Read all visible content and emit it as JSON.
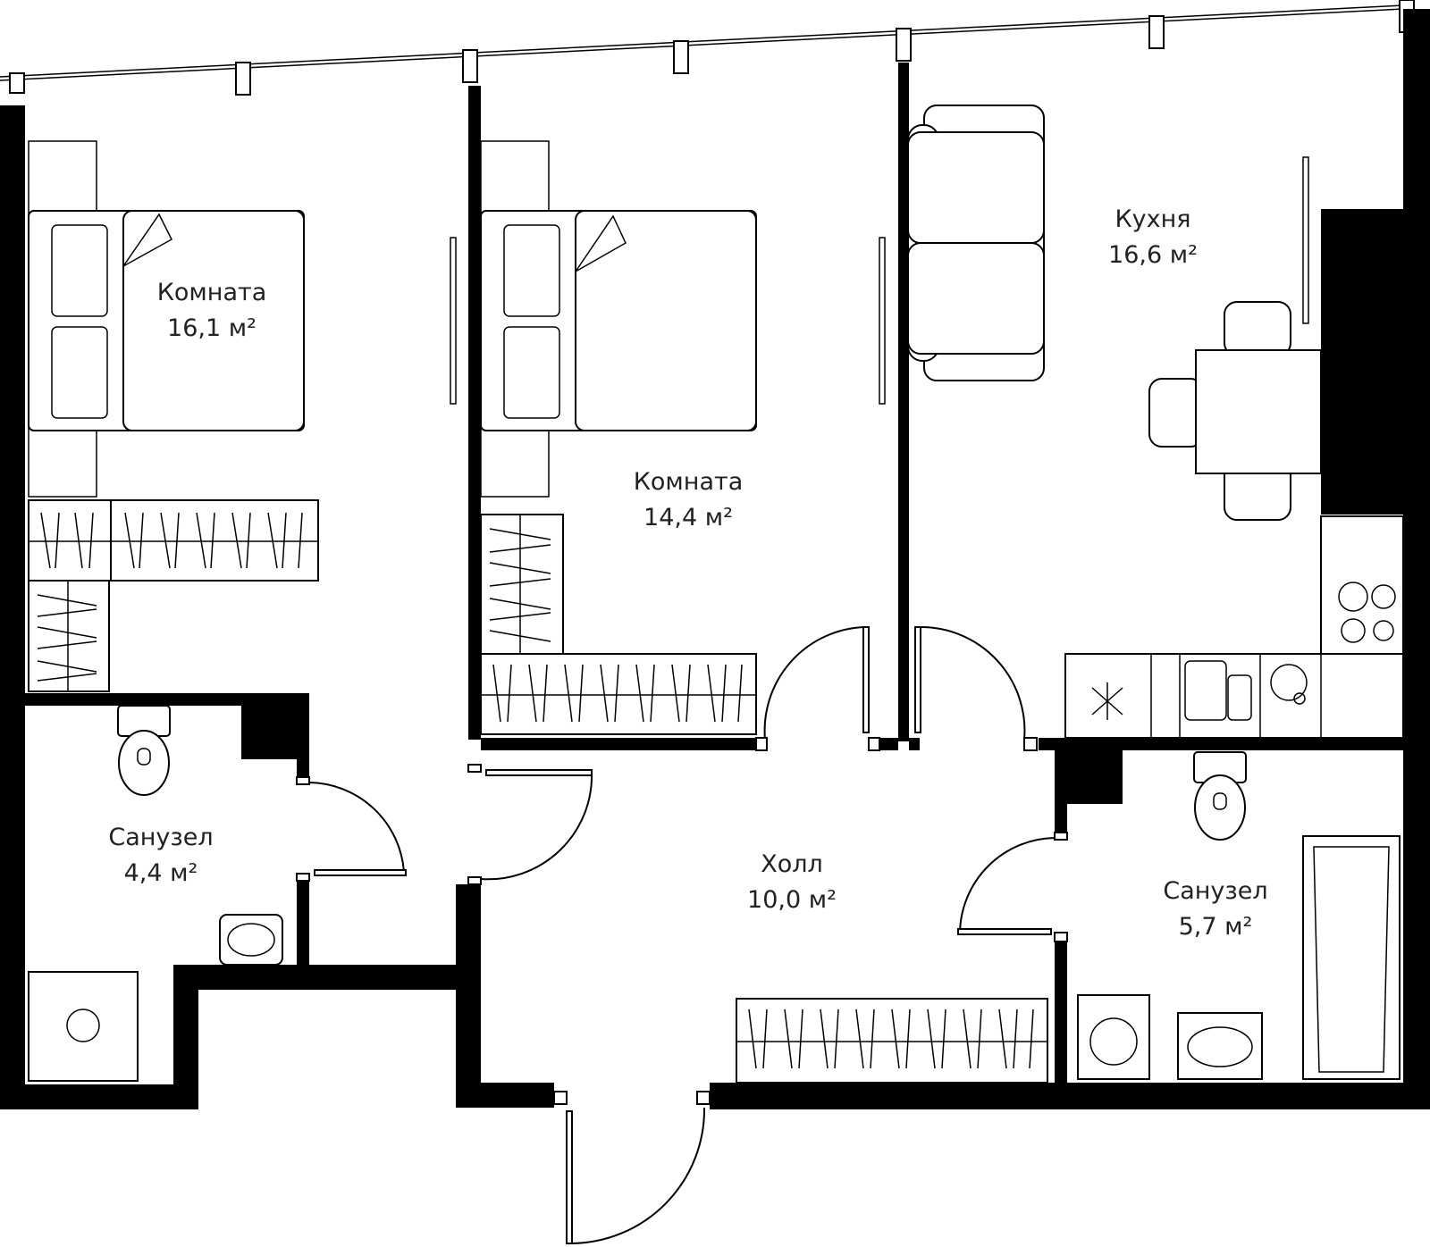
{
  "rooms": [
    {
      "id": "room1",
      "name": "Комната",
      "area": "16,1 м²"
    },
    {
      "id": "room2",
      "name": "Комната",
      "area": "14,4 м²"
    },
    {
      "id": "kitchen",
      "name": "Кухня",
      "area": "16,6 м²"
    },
    {
      "id": "bath1",
      "name": "Санузел",
      "area": "4,4 м²"
    },
    {
      "id": "hall",
      "name": "Холл",
      "area": "10,0 м²"
    },
    {
      "id": "bath2",
      "name": "Санузел",
      "area": "5,7 м²"
    }
  ],
  "colors": {
    "wall": "#000000",
    "background": "#ffffff",
    "text": "#222222"
  }
}
